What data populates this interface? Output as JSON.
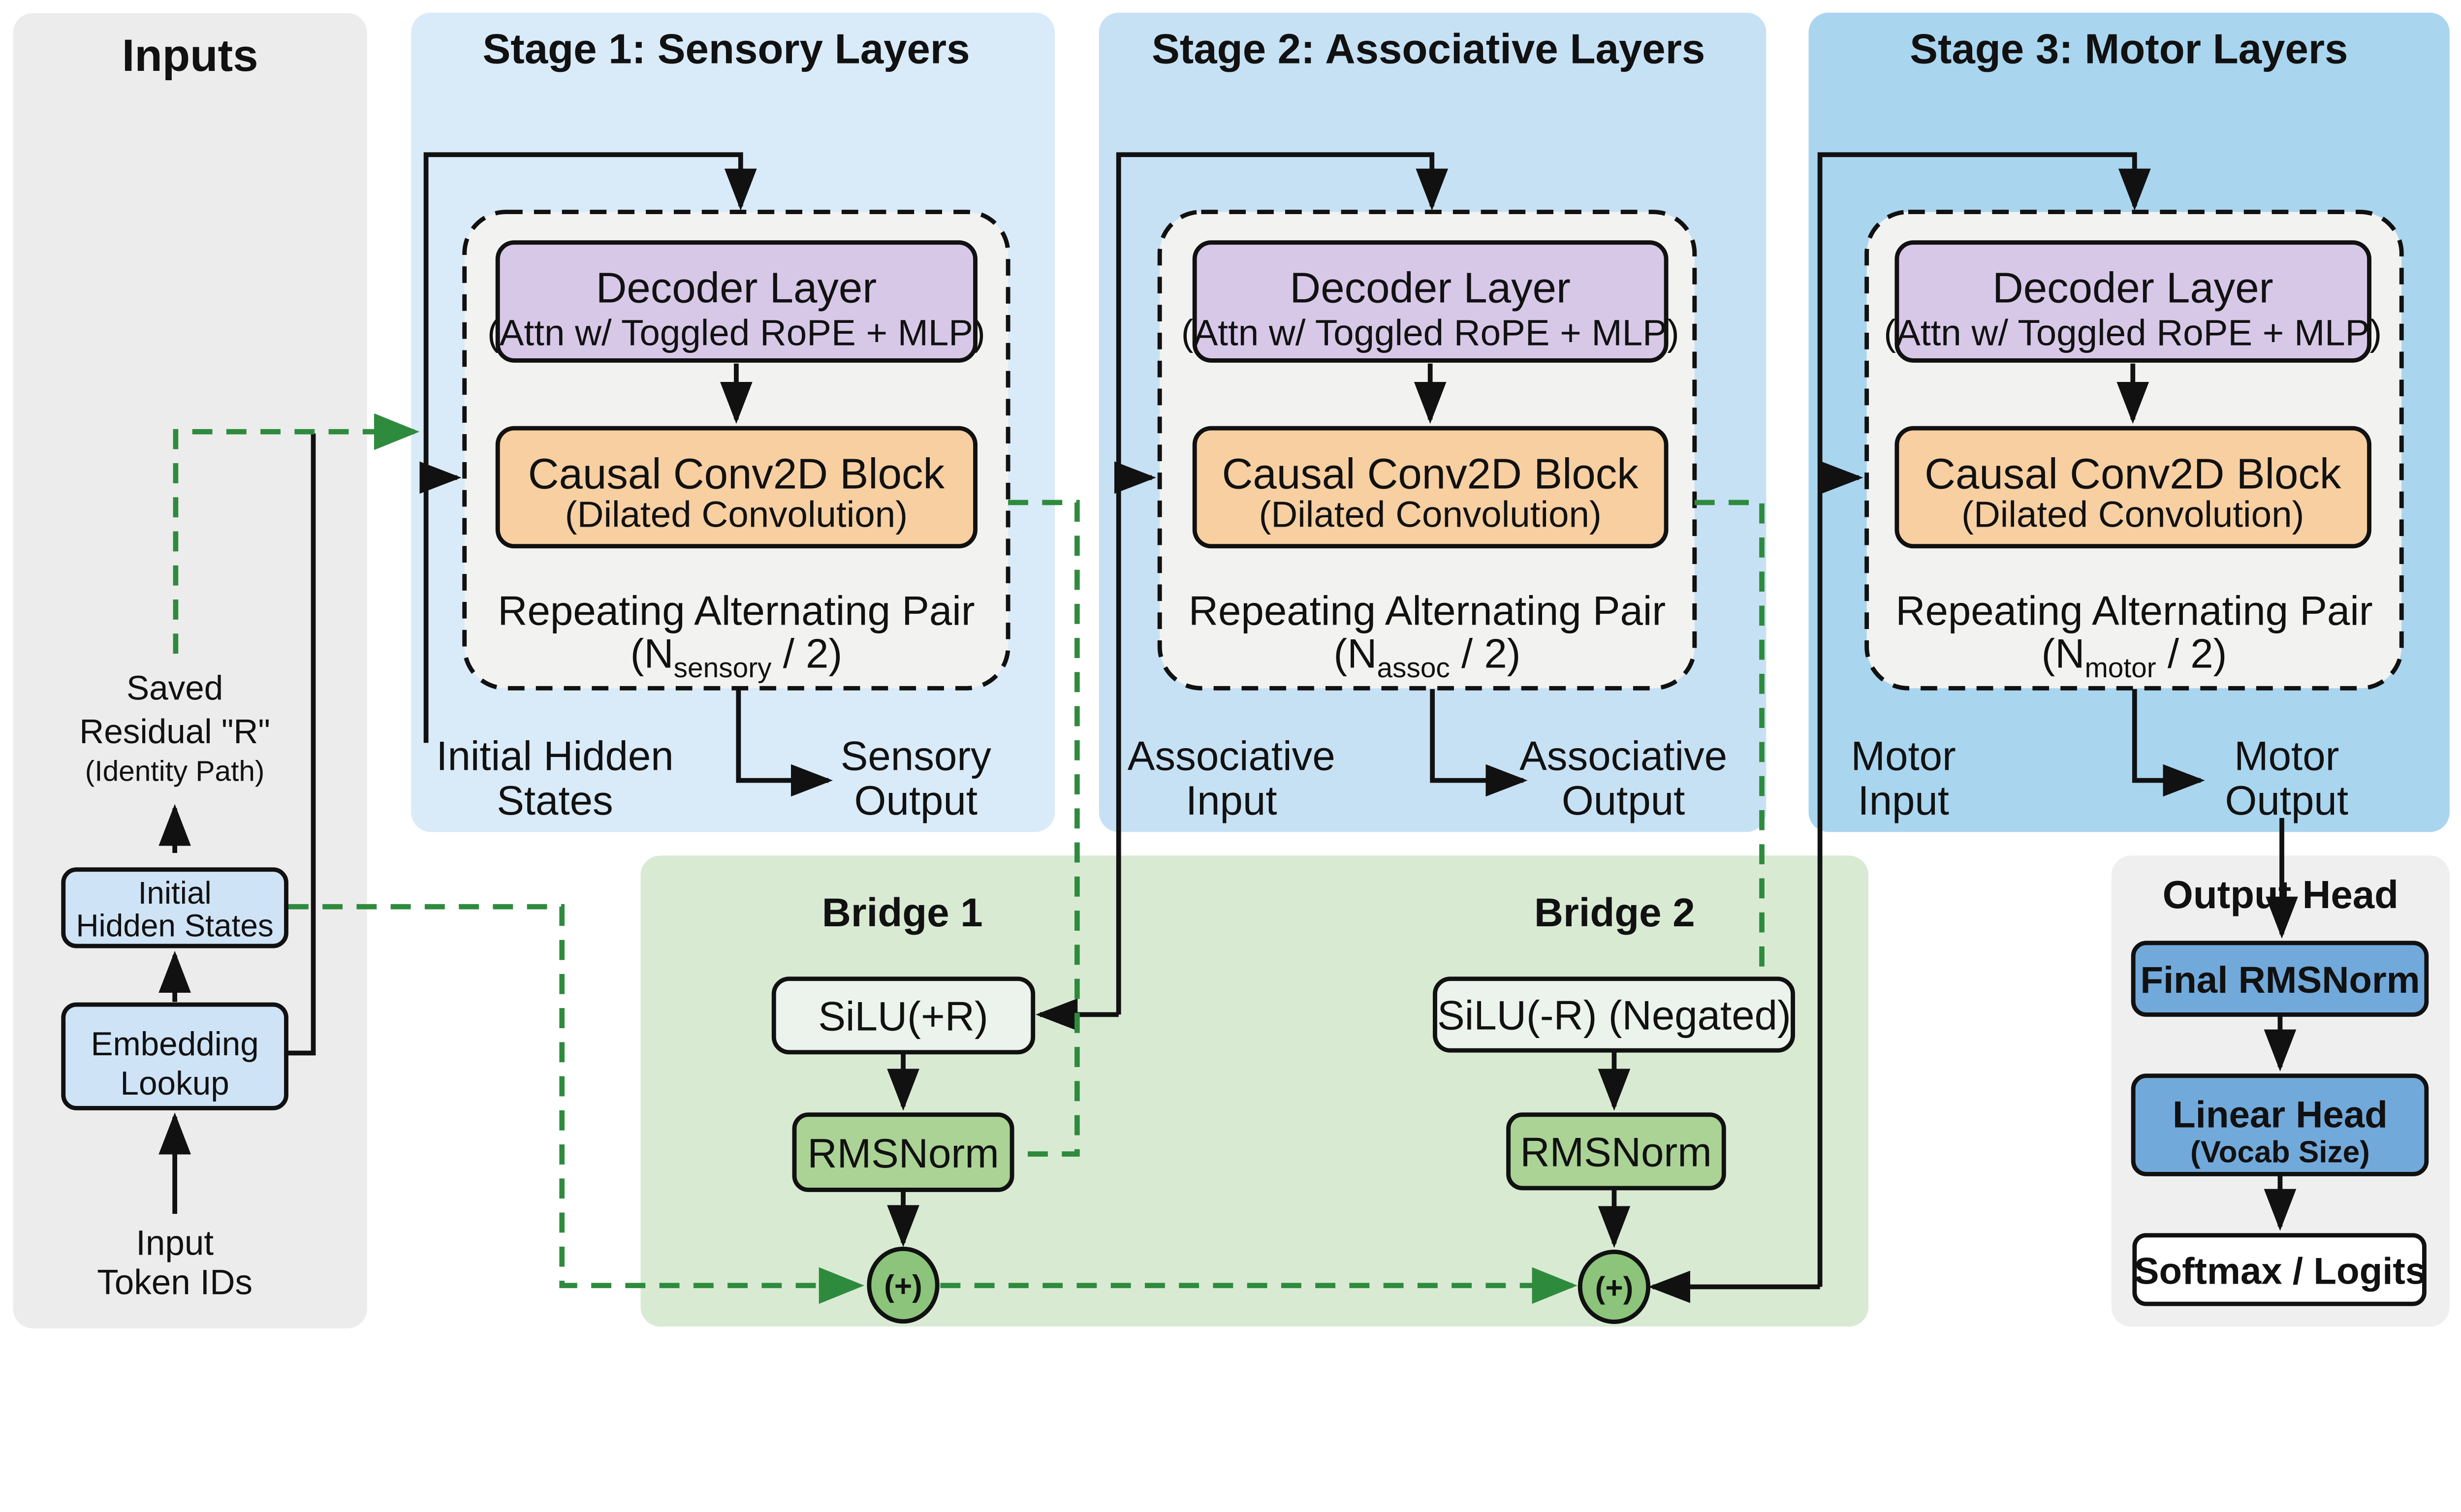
{
  "inputs_panel": {
    "title": "Inputs",
    "saved_residual_line1": "Saved",
    "saved_residual_line2": "Residual \"R\"",
    "saved_residual_line3": "(Identity Path)",
    "initial_hidden_line1": "Initial",
    "initial_hidden_line2": "Hidden States",
    "embedding_line1": "Embedding",
    "embedding_line2": "Lookup",
    "token_ids_line1": "Input",
    "token_ids_line2": "Token IDs"
  },
  "stages": [
    {
      "title": "Stage 1: Sensory Layers",
      "decoder_title": "Decoder Layer",
      "decoder_sub": "(Attn w/ Toggled RoPE + MLP)",
      "conv_title": "Causal Conv2D Block",
      "conv_sub": "(Dilated Convolution)",
      "repeat_line": "Repeating Alternating Pair",
      "n_prefix": "(N",
      "n_sub": "sensory",
      "n_suffix": " / 2)",
      "input_label_line1": "Initial Hidden",
      "input_label_line2": "States",
      "output_label_line1": "Sensory",
      "output_label_line2": "Output"
    },
    {
      "title": "Stage 2: Associative Layers",
      "decoder_title": "Decoder Layer",
      "decoder_sub": "(Attn w/ Toggled RoPE + MLP)",
      "conv_title": "Causal Conv2D Block",
      "conv_sub": "(Dilated Convolution)",
      "repeat_line": "Repeating Alternating Pair",
      "n_prefix": "(N",
      "n_sub": "assoc",
      "n_suffix": " / 2)",
      "input_label_line1": "Associative",
      "input_label_line2": "Input",
      "output_label_line1": "Associative",
      "output_label_line2": "Output"
    },
    {
      "title": "Stage 3: Motor Layers",
      "decoder_title": "Decoder Layer",
      "decoder_sub": "(Attn w/ Toggled RoPE + MLP)",
      "conv_title": "Causal Conv2D Block",
      "conv_sub": "(Dilated Convolution)",
      "repeat_line": "Repeating Alternating Pair",
      "n_prefix": "(N",
      "n_sub": "motor",
      "n_suffix": " / 2)",
      "input_label_line1": "Motor",
      "input_label_line2": "Input",
      "output_label_line1": "Motor",
      "output_label_line2": "Output"
    }
  ],
  "bridges": [
    {
      "title": "Bridge 1",
      "silu_label": "SiLU(+R)",
      "norm_label": "RMSNorm",
      "plus_label": "(+)"
    },
    {
      "title": "Bridge 2",
      "silu_label": "SiLU(-R) (Negated)",
      "norm_label": "RMSNorm",
      "plus_label": "(+)"
    }
  ],
  "output_head": {
    "title": "Output Head",
    "box1": "Final RMSNorm",
    "box2_line1": "Linear Head",
    "box2_line2": "(Vocab Size)",
    "box3": "Softmax / Logits"
  },
  "colors": {
    "panel_gray": "#ececec",
    "stage1_blue": "#d9eaf8",
    "stage2_blue": "#c7e1f4",
    "stage3_blue": "#a9d5ef",
    "bridge_green": "#d9ead3",
    "decoder_purple": "#d8c8e8",
    "conv_orange": "#f7cfa1",
    "light_blue_box": "#cfe3f6",
    "silu_box": "#ebf3ec",
    "rmsnorm_green": "#abd395",
    "plus_green": "#8bc47a",
    "head_blue": "#72a9db",
    "line_green": "#2e8b3d",
    "line_black": "#111111"
  }
}
